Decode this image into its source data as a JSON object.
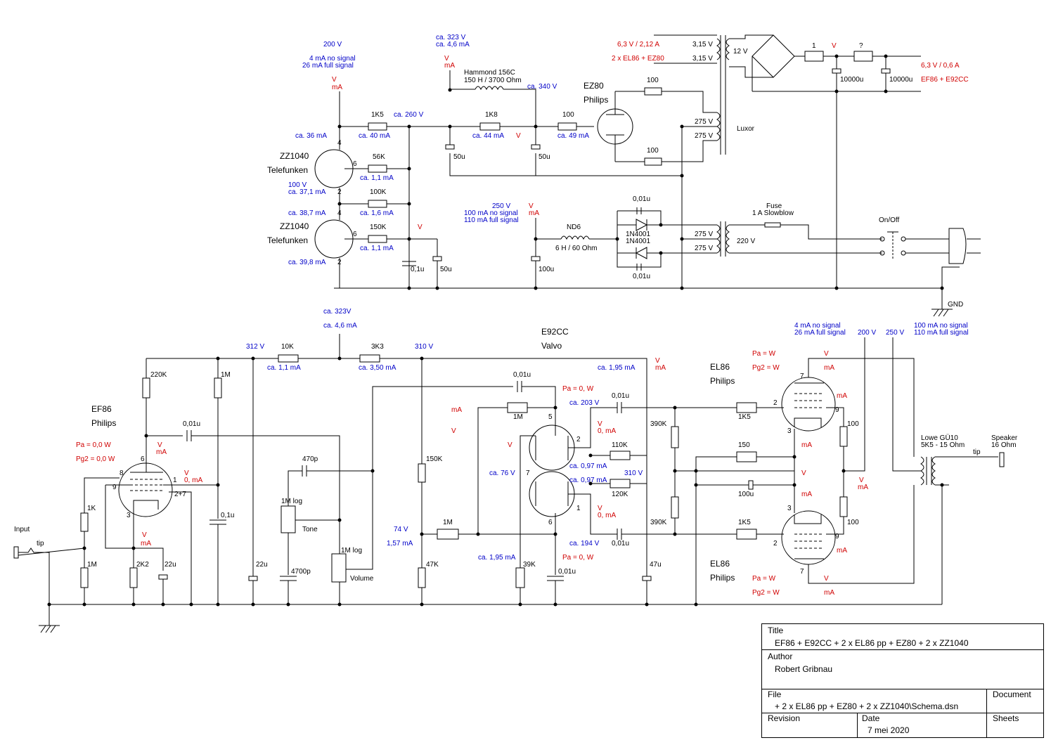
{
  "supply": {
    "v200": "200 V",
    "noSignal4": "4 mA no signal",
    "fullSignal26": "26 mA full signal",
    "vRed": "V",
    "mARed": "mA",
    "ca323": "ca. 323 V",
    "ca46": "ca. 4,6 mA",
    "hammond": "Hammond 156C",
    "hammondSpec": "150 H / 3700 Ohm",
    "ca340": "ca. 340 V",
    "ez80": "EZ80",
    "philips": "Philips",
    "heater63": "6,3 V / 2,12 A",
    "heaterLoad": "2 x EL86 + EZ80",
    "v315": "3,15 V",
    "v12": "12 V",
    "r1": "1",
    "rq": "?",
    "c10000": "10000u",
    "heaterOut": "6,3 V / 0,6 A",
    "heaterOutLoad": "EF86 + E92CC",
    "r1k5": "1K5",
    "ca260": "ca. 260 V",
    "r1k8": "1K8",
    "r100": "100",
    "ca36": "ca. 36 mA",
    "ca40": "ca. 40 mA",
    "ca44": "ca. 44 mA",
    "ca49": "ca. 49 mA",
    "c50": "50u",
    "v275": "275 V",
    "luxor": "Luxor",
    "zz1040": "ZZ1040",
    "telefunken": "Telefunken",
    "r56k": "56K",
    "ca11": "ca. 1,1 mA",
    "v100": "100 V",
    "ca371": "ca. 37,1 mA",
    "r100k": "100K",
    "ca387": "ca. 38,7 mA",
    "ca16": "ca. 1,6 mA",
    "r150k": "150K",
    "ca398": "ca. 39,8 mA",
    "c01": "0,1u",
    "v250": "250 V",
    "noSignal100": "100 mA no signal",
    "fullSignal110": "110 mA full signal",
    "nd6": "ND6",
    "nd6Spec": "6 H / 60 Ohm",
    "c100": "100u",
    "c001": "0,01u",
    "diode": "1N4001",
    "fuse": "Fuse",
    "fuseSpec": "1 A Slowblow",
    "v220": "220 V",
    "onoff": "On/Off",
    "gnd": "GND"
  },
  "amp": {
    "ca323": "ca. 323V",
    "ca46": "ca. 4,6 mA",
    "v312": "312 V",
    "r10k": "10K",
    "ca11": "ca. 1,1 mA",
    "r3k3": "3K3",
    "ca350": "ca. 3,50 mA",
    "v310": "310 V",
    "e92cc": "E92CC",
    "valvo": "Valvo",
    "ca195": "ca. 1,95 mA",
    "el86": "EL86",
    "philips": "Philips",
    "r220k": "220K",
    "r1m": "1M",
    "c001": "0,01u",
    "ef86": "EF86",
    "pa00": "Pa  = 0,0 W",
    "pg00": "Pg2 = 0,0 W",
    "v": "V",
    "mA": "mA",
    "v0mA": "0, mA",
    "pa0": "Pa = 0, W",
    "ca203": "ca. 203 V",
    "r390k": "390K",
    "r1k5": "1K5",
    "r470p": "470p",
    "r1mlog": "1M log",
    "tone": "Tone",
    "volume": "Volume",
    "r150k": "150K",
    "r110k": "110K",
    "ca097": "ca. 0,97 mA",
    "ca76": "ca. 76 V",
    "v310b": "310 V",
    "r120k": "120K",
    "r150": "150",
    "c100": "100u",
    "r1k": "1K",
    "c01": "0,1u",
    "input": "Input",
    "tip": "tip",
    "v74": "74 V",
    "ca157": "1,57 mA",
    "r2k2": "2K2",
    "c22": "22u",
    "c4700": "4700p",
    "r47k": "47K",
    "r39k": "39K",
    "ca194": "ca. 194 V",
    "c47": "47u",
    "paW": "Pa  =  W",
    "pgW": "Pg2 =  W",
    "lowe": "Lowe GÜ10",
    "loweSpec": "5K5 - 15 Ohm",
    "speaker": "Speaker",
    "speakerSpec": "16 Ohm",
    "v200": "200 V",
    "v250": "250 V",
    "noSignal4": "4 mA no signal",
    "full26": "26 mA full signal",
    "noSignal100": "100 mA no signal",
    "full110": "110 mA full signal",
    "pin": {
      "p1": "1",
      "p2": "2",
      "p3": "3",
      "p4": "4",
      "p5": "5",
      "p6": "6",
      "p7": "7",
      "p8": "8",
      "p9": "9",
      "p27": "2+7"
    }
  },
  "titleblock": {
    "titleLabel": "Title",
    "title": "EF86 + E92CC + 2 x EL86 pp + EZ80 + 2 x ZZ1040",
    "authorLabel": "Author",
    "author": "Robert Gribnau",
    "fileLabel": "File",
    "file": "+ 2 x EL86 pp + EZ80 + 2 x ZZ1040\\Schema.dsn",
    "documentLabel": "Document",
    "revisionLabel": "Revision",
    "dateLabel": "Date",
    "date": "7 mei 2020",
    "sheetsLabel": "Sheets"
  }
}
